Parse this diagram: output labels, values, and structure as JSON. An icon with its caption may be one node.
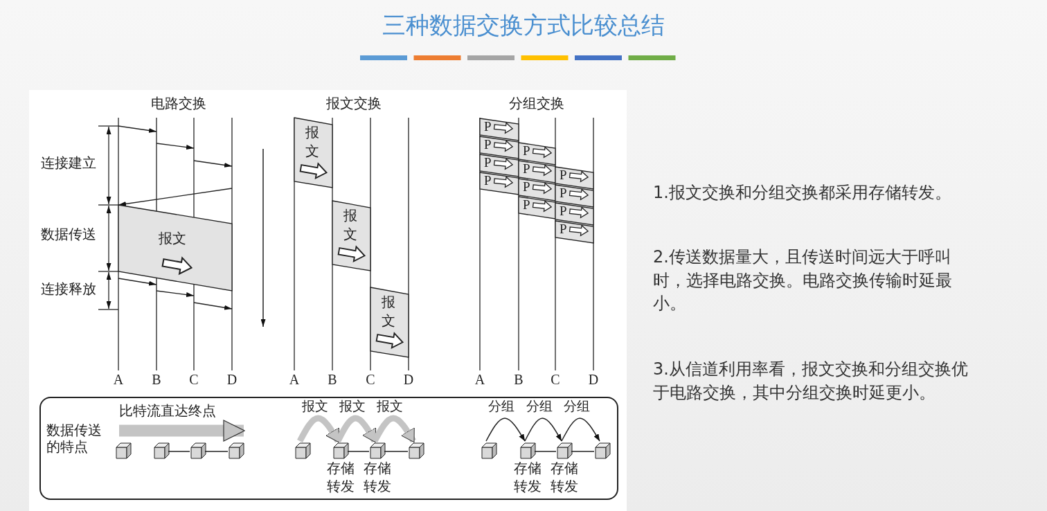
{
  "diagram": {
    "title": "三种数据交换方式比较总结",
    "nodes": [
      {
        "text": [
          "报文"
        ]
      },
      {
        "text": [
          "报文"
        ]
      },
      {
        "text": [
          "报文"
        ]
      },
      {
        "text": [
          "报文"
        ]
      },
      {
        "text": [
          "P"
        ]
      },
      {
        "text": [
          "P"
        ]
      },
      {
        "text": [
          "P"
        ]
      },
      {
        "text": [
          "P"
        ]
      },
      {
        "text": [
          "P"
        ]
      },
      {
        "text": [
          "P"
        ]
      },
      {
        "text": [
          "P"
        ]
      },
      {
        "text": [
          "P"
        ]
      },
      {
        "text": [
          "P"
        ]
      },
      {
        "text": [
          "P"
        ]
      },
      {
        "text": [
          "P"
        ]
      },
      {
        "text": [
          "P"
        ]
      },
      {
        "text": [
          "数据传送的特点",
          "存储转发",
          "存储转发",
          "存储转发",
          "存储转发"
        ]
      },
      {
        "text": [],
        "shape": "box",
        "in": 16
      },
      {
        "text": [],
        "shape": "box",
        "in": 16
      },
      {
        "text": [],
        "shape": "box",
        "in": 16
      },
      {
        "text": [],
        "shape": "box",
        "in": 16
      },
      {
        "text": [],
        "shape": "box",
        "in": 16
      },
      {
        "text": [],
        "shape": "box",
        "in": 16
      },
      {
        "text": [],
        "shape": "box",
        "in": 16
      },
      {
        "text": [],
        "shape": "box",
        "in": 16
      },
      {
        "text": [],
        "shape": "box",
        "in": 16
      },
      {
        "text": [],
        "shape": "box",
        "in": 16
      },
      {
        "text": [],
        "shape": "box",
        "in": 16
      },
      {
        "text": [],
        "shape": "box",
        "in": 16
      }
    ],
    "edges": [
      {
        "from": 17,
        "to": 20,
        "arrow": "to",
        "label": "比特流直达终点",
        "style": "thick",
        "color": "#c4c4c4"
      },
      {
        "from": 18,
        "to": 19,
        "arrow": "none"
      },
      {
        "from": 19,
        "to": 20,
        "arrow": "none"
      },
      {
        "from": 21,
        "to": 22,
        "arrow": "to",
        "label": "报文",
        "style": "thick",
        "color": "#c4c4c4"
      },
      {
        "from": 22,
        "to": 23,
        "arrow": "to",
        "label": "报文",
        "style": "thick",
        "color": "#c4c4c4"
      },
      {
        "from": 23,
        "to": 24,
        "arrow": "to",
        "label": "报文",
        "style": "thick",
        "color": "#c4c4c4"
      },
      {
        "from": 22,
        "to": 23,
        "arrow": "none"
      },
      {
        "from": 23,
        "to": 24,
        "arrow": "none"
      },
      {
        "from": 25,
        "to": 26,
        "arrow": "to",
        "label": "分组"
      },
      {
        "from": 26,
        "to": 27,
        "arrow": "to",
        "label": "分组"
      },
      {
        "from": 27,
        "to": 28,
        "arrow": "to",
        "label": "分组"
      },
      {
        "from": 26,
        "to": 27,
        "arrow": "none"
      },
      {
        "from": 27,
        "to": 28,
        "arrow": "none"
      }
    ],
    "labels": [
      "电路交换",
      "报文交换",
      "分组交换",
      "连接建立",
      "数据传送",
      "连接释放",
      "A",
      "B",
      "C",
      "D",
      "A",
      "B",
      "C",
      "D",
      "A",
      "B",
      "C",
      "D",
      "1.报文交换和分组交换都采用存储转发。",
      "2.传送数据量大，且传送时间远大于呼叫时，选择电路交换。电路交换传输时延最小。",
      "3.从信道利用率看，报文交换和分组交换优于电路交换，其中分组交换时延更小。"
    ]
  }
}
